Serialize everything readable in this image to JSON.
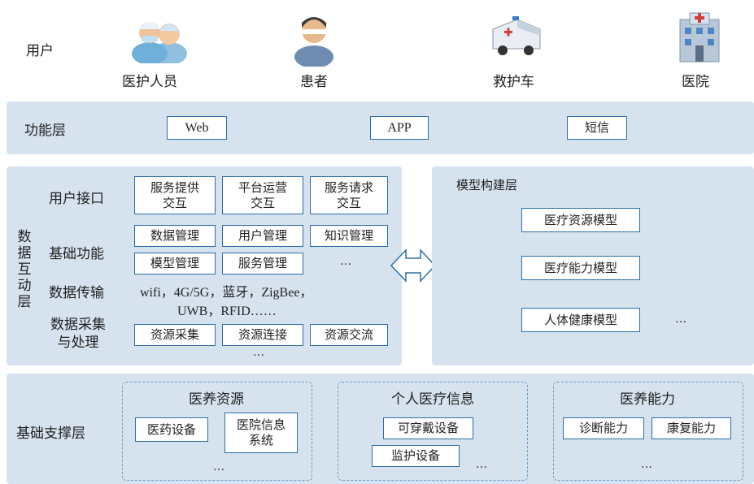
{
  "users": {
    "label": "用户",
    "items": [
      {
        "label": "医护人员",
        "icon": "medical-staff-icon"
      },
      {
        "label": "患者",
        "icon": "patient-icon"
      },
      {
        "label": "救护车",
        "icon": "ambulance-icon"
      },
      {
        "label": "医院",
        "icon": "hospital-icon"
      }
    ]
  },
  "function_layer": {
    "label": "功能层",
    "items": [
      "Web",
      "APP",
      "短信"
    ]
  },
  "data_layer": {
    "label": "数据互动层",
    "label_vertical": "数\n据\n互\n动\n层",
    "user_interface": {
      "label": "用户接口",
      "items": [
        "服务提供\n交互",
        "平台运营\n交互",
        "服务请求\n交互"
      ]
    },
    "basic_functions": {
      "label": "基础功能",
      "row1": [
        "数据管理",
        "用户管理",
        "知识管理"
      ],
      "row2": [
        "模型管理",
        "服务管理"
      ],
      "more": "…"
    },
    "data_transfer": {
      "label": "数据传输",
      "line1": "wifi，4G/5G，蓝牙，ZigBee，",
      "line2": "UWB，RFID……"
    },
    "collection": {
      "label": "数据采集\n与处理",
      "items": [
        "资源采集",
        "资源连接",
        "资源交流"
      ],
      "more": "…"
    }
  },
  "model_layer": {
    "label": "模型构建层",
    "items": [
      "医疗资源模型",
      "医疗能力模型",
      "人体健康模型"
    ],
    "more": "…"
  },
  "support_layer": {
    "label": "基础支撑层",
    "resources": {
      "title": "医养资源",
      "items": [
        "医药设备",
        "医院信息\n系统"
      ],
      "more": "…"
    },
    "personal_info": {
      "title": "个人医疗信息",
      "items": [
        "可穿戴设备",
        "监护设备"
      ],
      "more": "…"
    },
    "capability": {
      "title": "医养能力",
      "items": [
        "诊断能力",
        "康复能力"
      ],
      "more": "…"
    }
  },
  "colors": {
    "panel": "#d6e2ee",
    "box_border": "#2b6ea8",
    "dashed_border": "#6a9ec8"
  }
}
